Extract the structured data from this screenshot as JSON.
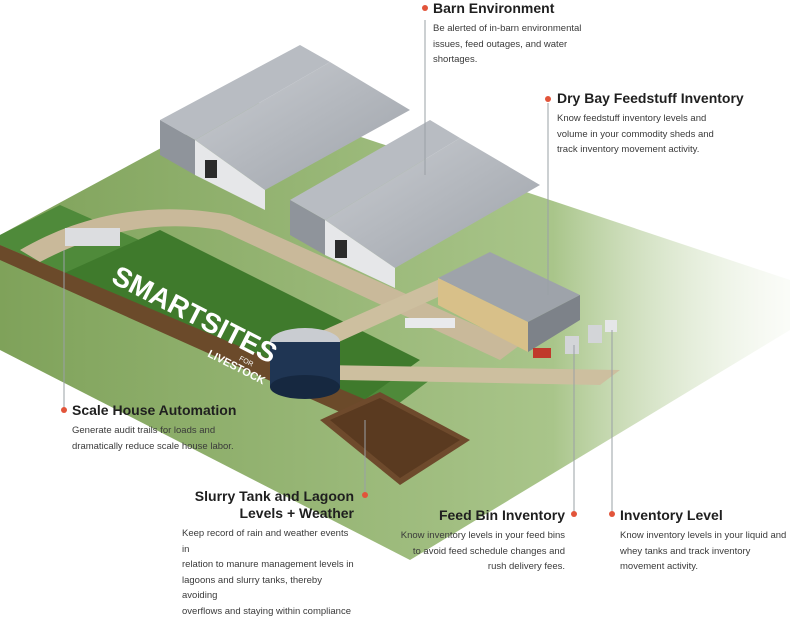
{
  "brand": {
    "line1": "SMARTSITES",
    "line2": "FOR",
    "line3": "LIVESTOCK"
  },
  "accent_color": "#e2543a",
  "callouts": {
    "barn": {
      "title": "Barn Environment",
      "lines": [
        "Be alerted of in-barn environmental",
        "issues, feed outages, and water",
        "shortages."
      ]
    },
    "drybay": {
      "title": "Dry Bay Feedstuff Inventory",
      "lines": [
        "Know feedstuff inventory levels and",
        "volume in your commodity sheds  and",
        "track inventory movement activity."
      ]
    },
    "scale": {
      "title": "Scale House Automation",
      "lines": [
        "Generate audit trails for loads and",
        "dramatically reduce scale house labor."
      ]
    },
    "slurry": {
      "title_line1": "Slurry Tank and Lagoon",
      "title_line2": "Levels + Weather",
      "lines": [
        "Keep record of rain and weather events in",
        "relation to manure management levels in",
        "lagoons and slurry tanks, thereby avoiding",
        "overflows and staying within compliance"
      ]
    },
    "feedbin": {
      "title": "Feed Bin Inventory",
      "lines": [
        "Know inventory levels in your feed bins",
        "to avoid feed schedule changes and",
        "rush delivery fees."
      ]
    },
    "inventory": {
      "title": "Inventory Level",
      "lines": [
        "Know inventory levels in your liquid and",
        "whey tanks and track inventory",
        "movement activity."
      ]
    }
  }
}
